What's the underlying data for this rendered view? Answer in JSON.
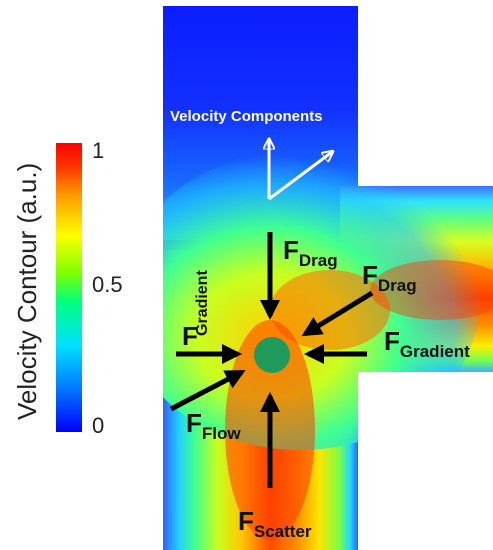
{
  "colorbar": {
    "title": "Velocity Contour (a.u.)",
    "ticks": [
      "1",
      "0.5",
      "0"
    ],
    "tick_values": [
      1,
      0.5,
      0
    ],
    "stops": [
      "#0000ff",
      "#0077ff",
      "#00e0ff",
      "#00ff80",
      "#7fff00",
      "#ffff00",
      "#ff9900",
      "#ff3300",
      "#ff0000"
    ]
  },
  "labels": {
    "velocity_components": "Velocity Components",
    "f": "F",
    "drag": "Drag",
    "gradient": "Gradient",
    "flow": "Flow",
    "scatter": "Scatter"
  },
  "colors": {
    "channel_low": "#1020ff",
    "channel_high": "#ff3a00",
    "particle": "#1f9a5a",
    "arrow": "#000000"
  }
}
